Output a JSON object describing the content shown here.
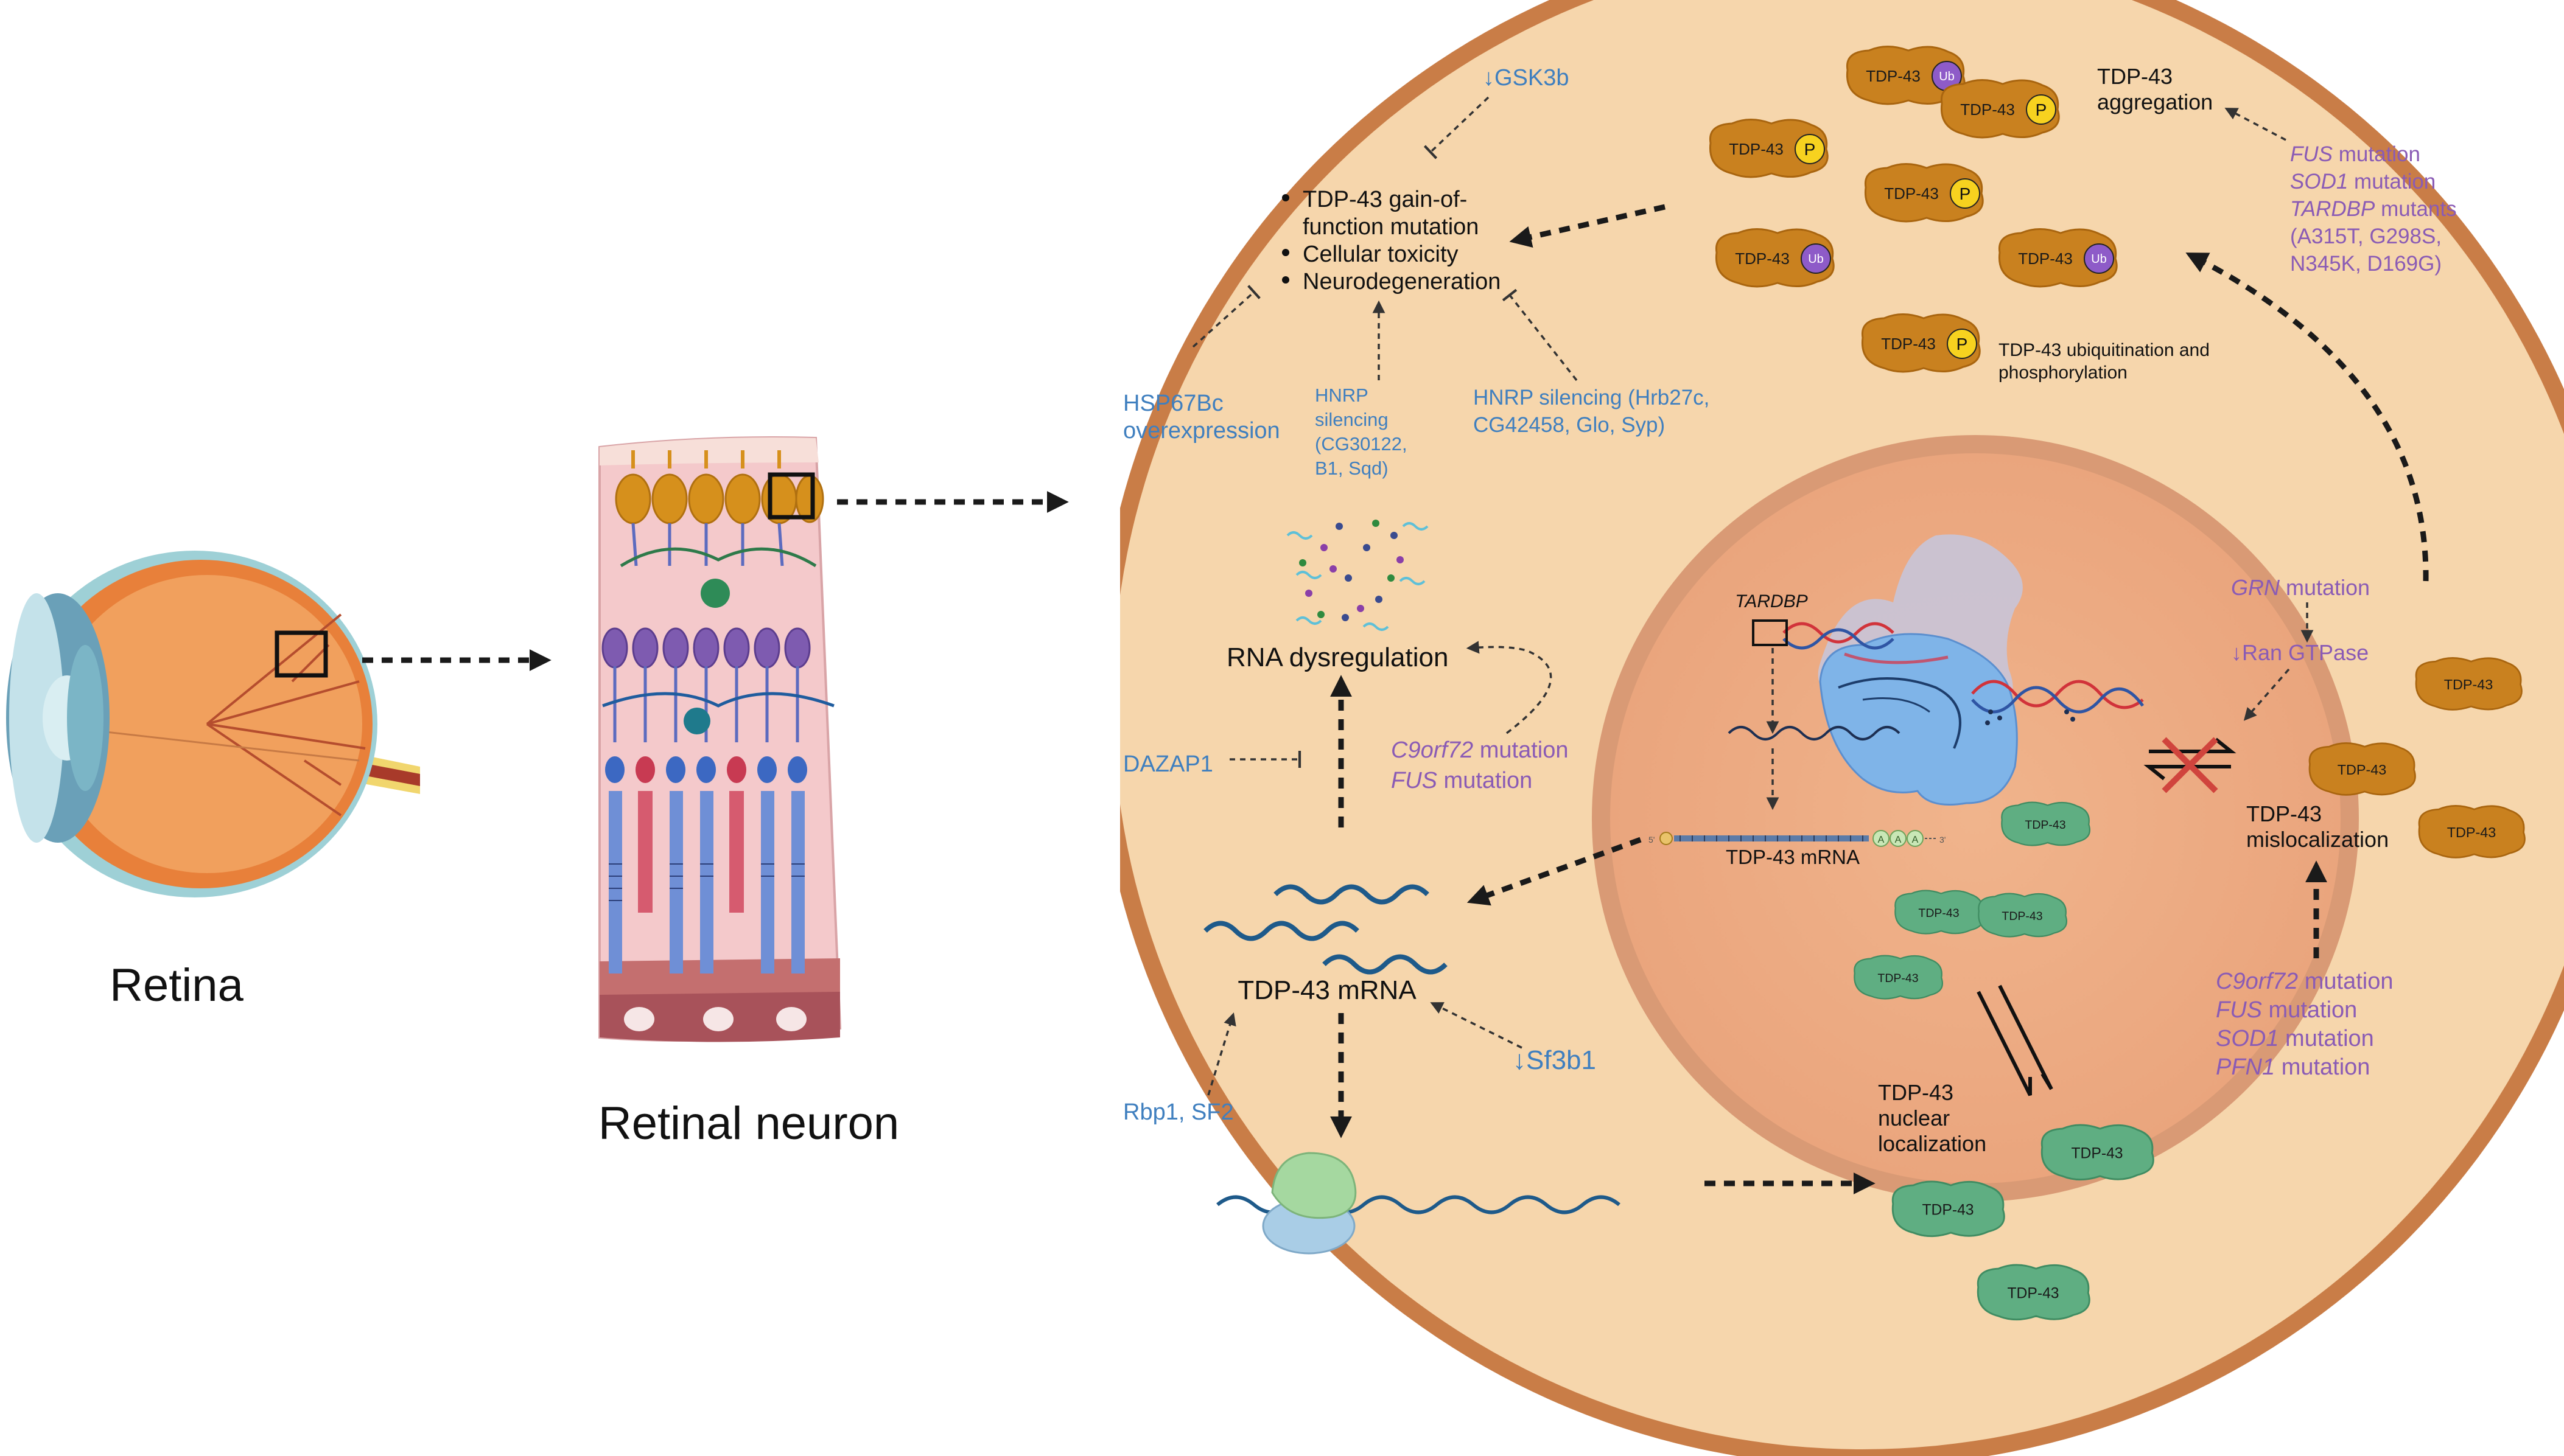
{
  "eye": {
    "label": "Retina"
  },
  "neuron": {
    "label": "Retinal neuron"
  },
  "toxicity": {
    "items": [
      "TDP-43 gain-of-",
      "function mutation",
      "Cellular toxicity",
      "Neurodegeneration"
    ],
    "gsk3b": "↓GSK3b",
    "hsp": [
      "HSP67Bc",
      "overexpression"
    ],
    "hnrp_a": [
      "HNRP",
      "silencing",
      "(CG30122,",
      "B1, Sqd)"
    ],
    "hnrp_b": [
      "HNRP silencing (Hrb27c,",
      "CG42458, Glo, Syp)"
    ]
  },
  "rna": {
    "title": "RNA dysregulation",
    "dazap": "DAZAP1",
    "c9": "C9orf72",
    "c9_suffix": " mutation",
    "fus": "FUS",
    "fus_suffix": " mutation",
    "mrna": "TDP-43 mRNA",
    "rbp": "Rbp1, SF2",
    "sf3b1": "↓Sf3b1"
  },
  "aggregation": {
    "title": [
      "TDP-43",
      "aggregation"
    ],
    "causes": [
      {
        "gene": "FUS",
        "suffix": " mutation"
      },
      {
        "gene": "SOD1",
        "suffix": " mutation"
      },
      {
        "gene": "TARDBP",
        "suffix": " mutants"
      },
      {
        "gene": "",
        "suffix": "(A315T, G298S,"
      },
      {
        "gene": "",
        "suffix": "N345K, D169G)"
      }
    ],
    "ubiq": [
      "TDP-43 ubiquitination and",
      "phosphorylation"
    ],
    "protein": "TDP-43",
    "ub": "Ub",
    "p": "P"
  },
  "nucleus": {
    "gene": "TARDBP",
    "mrna": "TDP-43 mRNA",
    "five": "5'",
    "three": "3'",
    "polya": "A",
    "localization": [
      "TDP-43",
      "nuclear",
      "localization"
    ]
  },
  "mislocalization": {
    "title": [
      "TDP-43",
      "mislocalization"
    ],
    "grn": "GRN",
    "grn_suffix": " mutation",
    "ran": "↓Ran GTPase",
    "causes": [
      {
        "gene": "C9orf72",
        "suffix": " mutation"
      },
      {
        "gene": "FUS",
        "suffix": " mutation"
      },
      {
        "gene": "SOD1",
        "suffix": " mutation"
      },
      {
        "gene": "PFN1",
        "suffix": " mutation"
      }
    ]
  },
  "colors": {
    "cell_fill": "#f6d6ac",
    "cell_border": "#c97d47",
    "nucleus_fill": "#eeb088",
    "nucleus_border": "#cf9068",
    "protein_orange": "#c9811f",
    "protein_green": "#5fae82",
    "blue_text": "#3f7fbf",
    "purple_text": "#8a5bb5"
  }
}
